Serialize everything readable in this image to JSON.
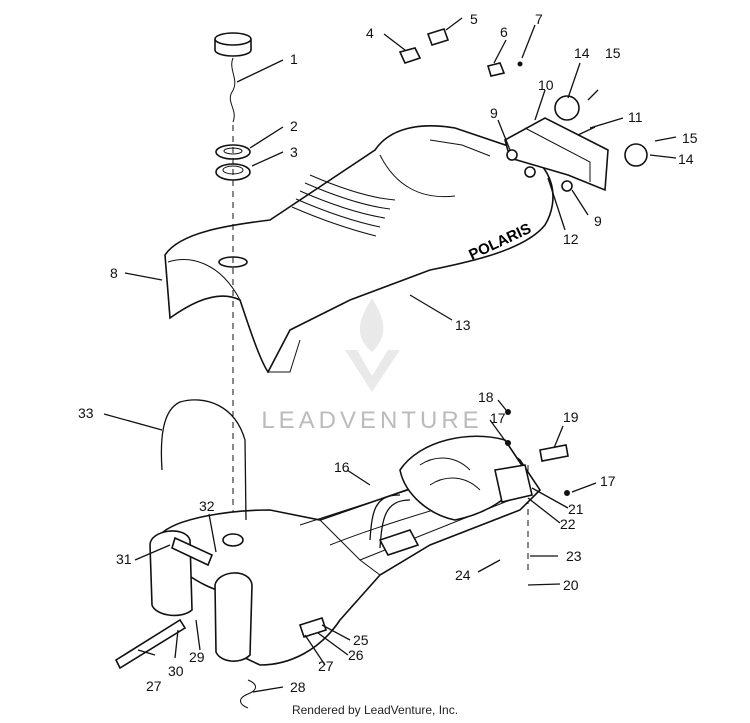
{
  "watermark": "LEADVENTURE",
  "brand_on_seat": "POLARIS",
  "footer": "Rendered by LeadVenture, Inc.",
  "callouts": [
    "1",
    "2",
    "3",
    "4",
    "5",
    "6",
    "7",
    "8",
    "9",
    "9",
    "10",
    "11",
    "12",
    "13",
    "14",
    "14",
    "15",
    "15",
    "16",
    "17",
    "17",
    "18",
    "19",
    "20",
    "21",
    "22",
    "23",
    "24",
    "25",
    "26",
    "27",
    "27",
    "28",
    "29",
    "30",
    "31",
    "32",
    "33"
  ]
}
